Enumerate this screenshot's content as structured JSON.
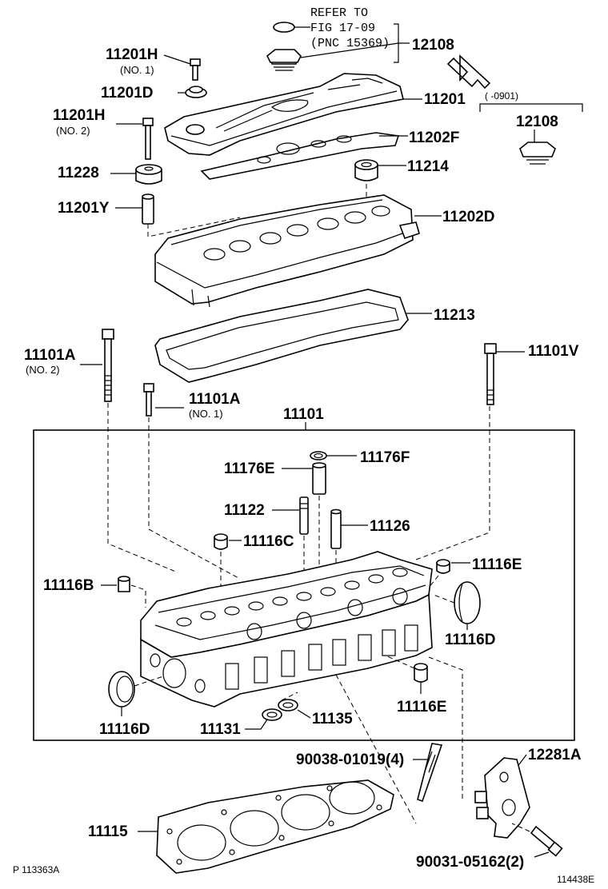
{
  "diagram": {
    "refer_note": [
      "REFER TO",
      "FIG 17-09",
      "(PNC 15369)"
    ],
    "date_code": "(  -0901)",
    "labels": {
      "p12108_top": "12108",
      "p12108_alt": "12108",
      "p11201H_1": "11201H",
      "p11201H_1_sub": "(NO. 1)",
      "p11201D": "11201D",
      "p11201H_2": "11201H",
      "p11201H_2_sub": "(NO. 2)",
      "p11228": "11228",
      "p11201Y": "11201Y",
      "p11201": "11201",
      "p11202F": "11202F",
      "p11214": "11214",
      "p11202D": "11202D",
      "p11213": "11213",
      "p11101A_2": "11101A",
      "p11101A_2_sub": "(NO. 2)",
      "p11101A_1": "11101A",
      "p11101A_1_sub": "(NO. 1)",
      "p11101V": "11101V",
      "p11101": "11101",
      "p11176F": "11176F",
      "p11176E": "11176E",
      "p11122": "11122",
      "p11126": "11126",
      "p11116C": "11116C",
      "p11116E_top": "11116E",
      "p11116B": "11116B",
      "p11116D_right": "11116D",
      "p11116E_bottom": "11116E",
      "p11116D_left": "11116D",
      "p11131": "11131",
      "p11135": "11135",
      "p90038": "90038-01019(4)",
      "p12281A": "12281A",
      "p11115": "11115",
      "p90031": "90031-05162(2)"
    },
    "footer_left": "P 113363A",
    "footer_right": "114438E"
  }
}
